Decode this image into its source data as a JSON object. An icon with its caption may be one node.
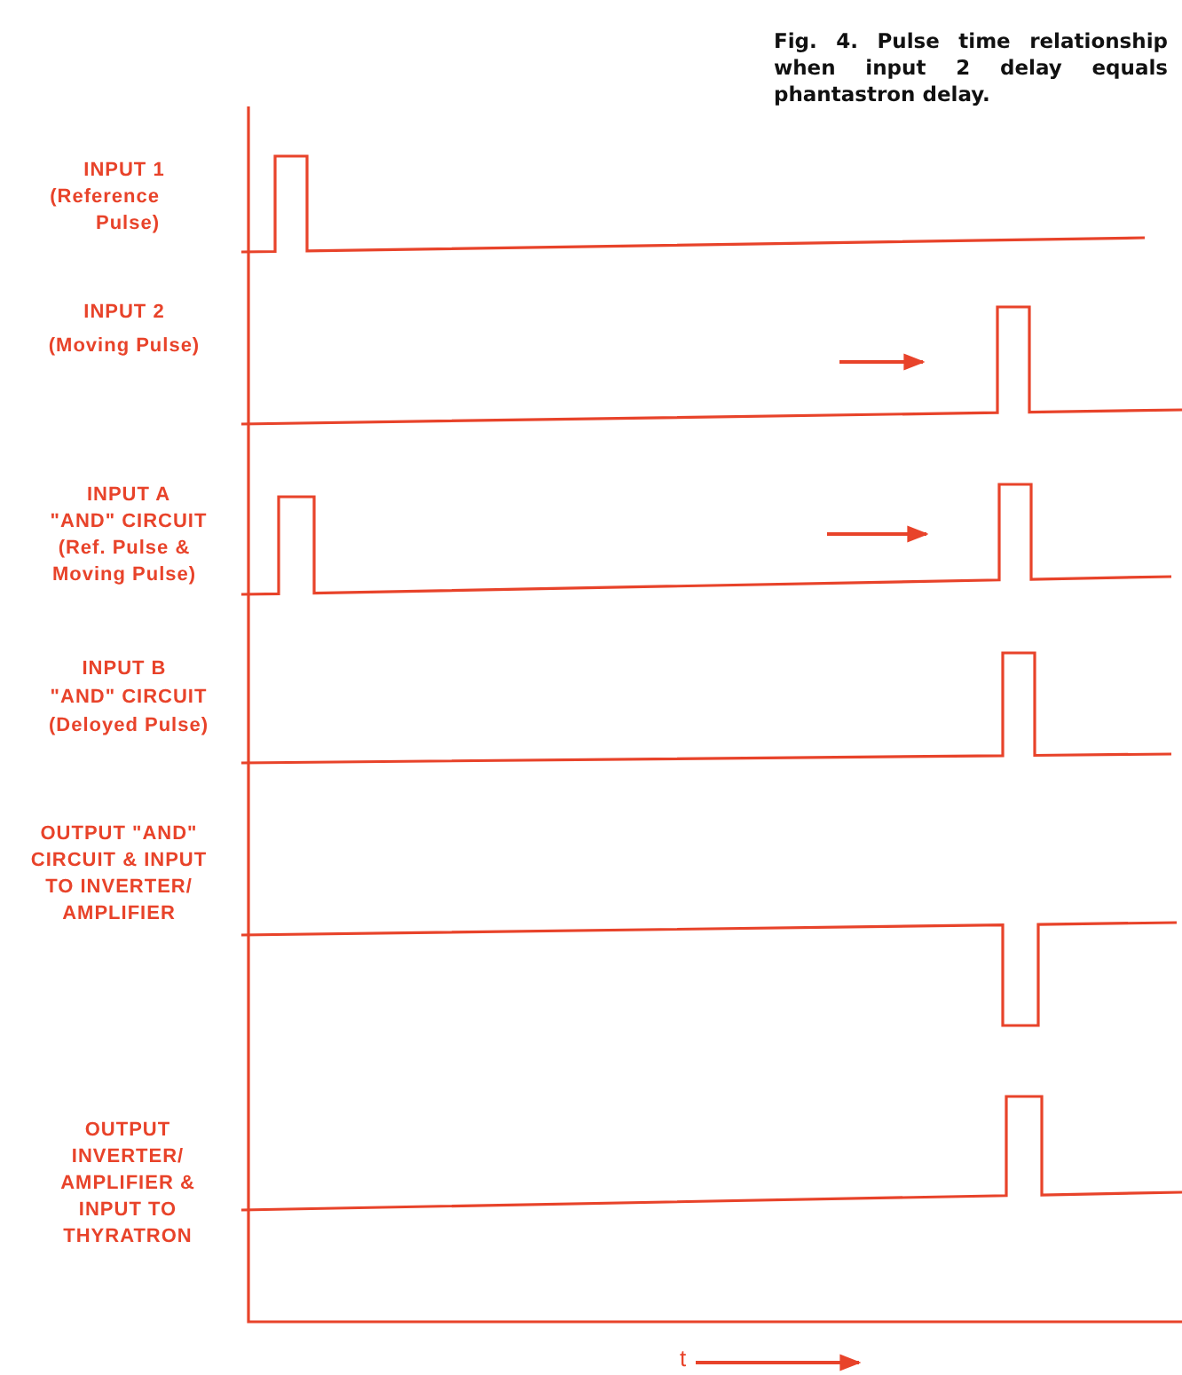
{
  "diagram": {
    "caption": "Fig. 4. Pulse time relationship when input 2 delay equals phantastron delay.",
    "labels": [
      "INPUT 1",
      "(Reference Pulse)",
      "INPUT 2",
      "(Moving Pulse)",
      "INPUT A",
      "\"AND\" CIRCUIT",
      "(Ref. Pulse & Moving Pulse)",
      "INPUT B",
      "\"AND\" CIRCUIT",
      "(Deloyed Pulse)",
      "OUTPUT \"AND\" CIRCUIT & INPUT TO INVERTER/ AMPLIFIER",
      "OUTPUT INVERTER/ AMPLIFIER & INPUT TO THYRATRON",
      "t"
    ]
  }
}
